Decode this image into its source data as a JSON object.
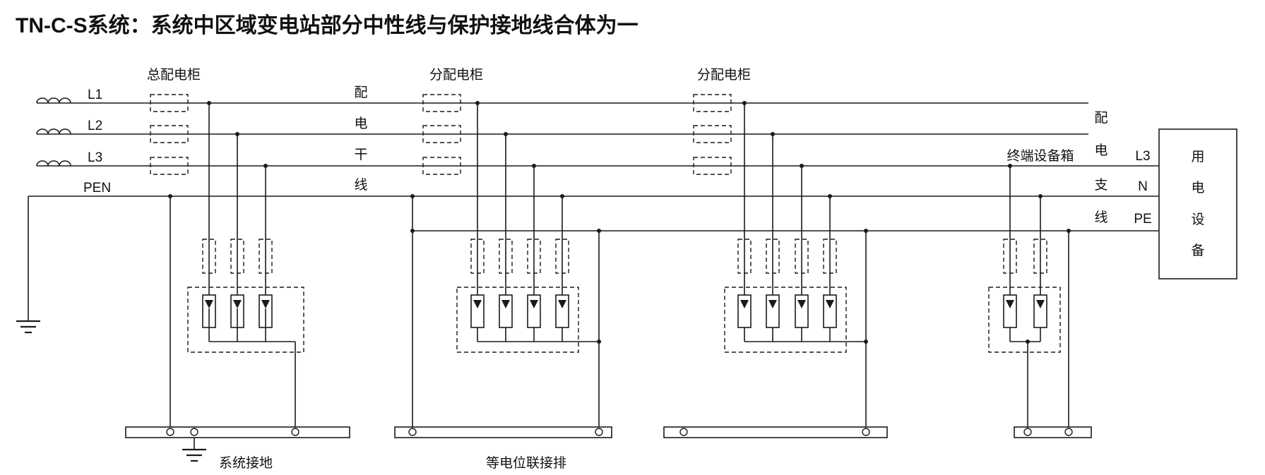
{
  "title": "TN-C-S系统：系统中区域变电站部分中性线与保护接地线合体为一",
  "colors": {
    "title": "#1e22bb",
    "line": "#1a1a1a"
  },
  "source_conductors": {
    "l1": "L1",
    "l2": "L2",
    "l3": "L3",
    "pen": "PEN"
  },
  "cabinets": {
    "main": "总配电柜",
    "sub1": "分配电柜",
    "sub2": "分配电柜",
    "terminal": "终端设备箱"
  },
  "trunk_label": [
    "配",
    "电",
    "干",
    "线"
  ],
  "branch_label": [
    "配",
    "电",
    "支",
    "线"
  ],
  "branch_conductors": {
    "l3": "L3",
    "n": "N",
    "pe": "PE"
  },
  "equipment_label": [
    "用",
    "电",
    "设",
    "备"
  ],
  "grounding": {
    "system": "系统接地",
    "bonding": "等电位联接排"
  }
}
